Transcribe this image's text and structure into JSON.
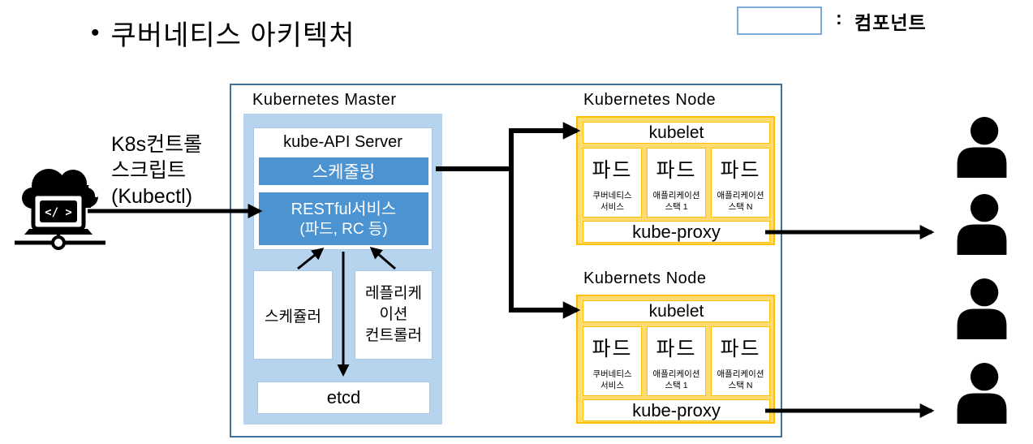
{
  "page": {
    "bullet": "•",
    "title": "쿠버네티스 아키텍처"
  },
  "legend": {
    "colon": ":",
    "label": "컴포넌트"
  },
  "client": {
    "lines": [
      "K8s컨트롤",
      "스크립트",
      "(Kubectl)"
    ],
    "icon": "cloud-code-laptop-icon",
    "code_glyph": "</ >"
  },
  "master": {
    "title": "Kubernetes Master",
    "api_server_title": "kube-API Server",
    "scheduling": "스케줄링",
    "restful_line1": "RESTful서비스",
    "restful_line2": "(파드, RC 등)",
    "scheduler": "스케쥴러",
    "replication_controller": [
      "레플리케",
      "이션",
      "컨트롤러"
    ],
    "etcd": "etcd"
  },
  "nodes": [
    {
      "title": "Kubernetes Node",
      "kubelet": "kubelet",
      "kube_proxy": "kube-proxy",
      "pods": [
        {
          "title": "파드",
          "sub": [
            "쿠버네티스",
            "서비스"
          ]
        },
        {
          "title": "파드",
          "sub": [
            "애플리케이션",
            "스택 1"
          ]
        },
        {
          "title": "파드",
          "sub": [
            "애플리케이션",
            "스택 N"
          ]
        }
      ]
    },
    {
      "title": "Kubernets Node",
      "kubelet": "kubelet",
      "kube_proxy": "kube-proxy",
      "pods": [
        {
          "title": "파드",
          "sub": [
            "쿠버네티스",
            "서비스"
          ]
        },
        {
          "title": "파드",
          "sub": [
            "애플리케이션",
            "스택 1"
          ]
        },
        {
          "title": "파드",
          "sub": [
            "애플리케이션",
            "스택 N"
          ]
        }
      ]
    }
  ],
  "users": {
    "icon": "person-icon",
    "count": 4
  },
  "colors": {
    "master_fill": "#B7D4EE",
    "master_band": "#4B93D1",
    "master_box_border": "#A6C8E8",
    "node_fill": "#FFDB70",
    "node_border": "#FFC000",
    "outer_border": "#3F70A0",
    "legend_border": "#7CA9D6",
    "arrow": "#000000"
  }
}
